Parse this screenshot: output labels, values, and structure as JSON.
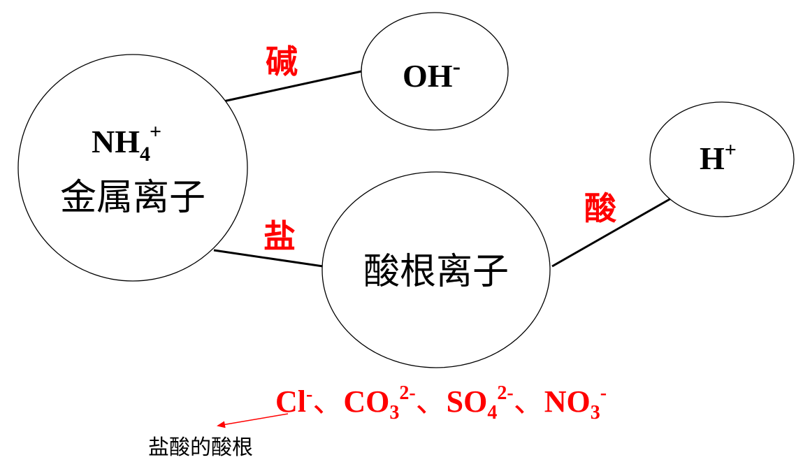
{
  "nodes": {
    "metal": {
      "formula_main": "NH",
      "formula_sub": "4",
      "formula_sup": "+",
      "label": "金属离子"
    },
    "hydroxide": {
      "main": "OH",
      "sup": "-"
    },
    "acid_radical": {
      "label": "酸根离子"
    },
    "hydrogen": {
      "main": "H",
      "sup": "+"
    }
  },
  "edges": {
    "base": "碱",
    "salt": "盐",
    "acid": "酸"
  },
  "examples": {
    "cl": "Cl",
    "cl_sup": "-",
    "sep1": "、",
    "co3": "CO",
    "co3_sub": "3",
    "co3_sup": "2-",
    "sep2": "、",
    "so4": "SO",
    "so4_sub": "4",
    "so4_sup": "2-",
    "sep3": "、",
    "no3": "NO",
    "no3_sub": "3",
    "no3_sup": "-"
  },
  "annotation": {
    "text": "盐酸的酸根"
  },
  "colors": {
    "accent": "#ff0000",
    "ink": "#000000"
  }
}
